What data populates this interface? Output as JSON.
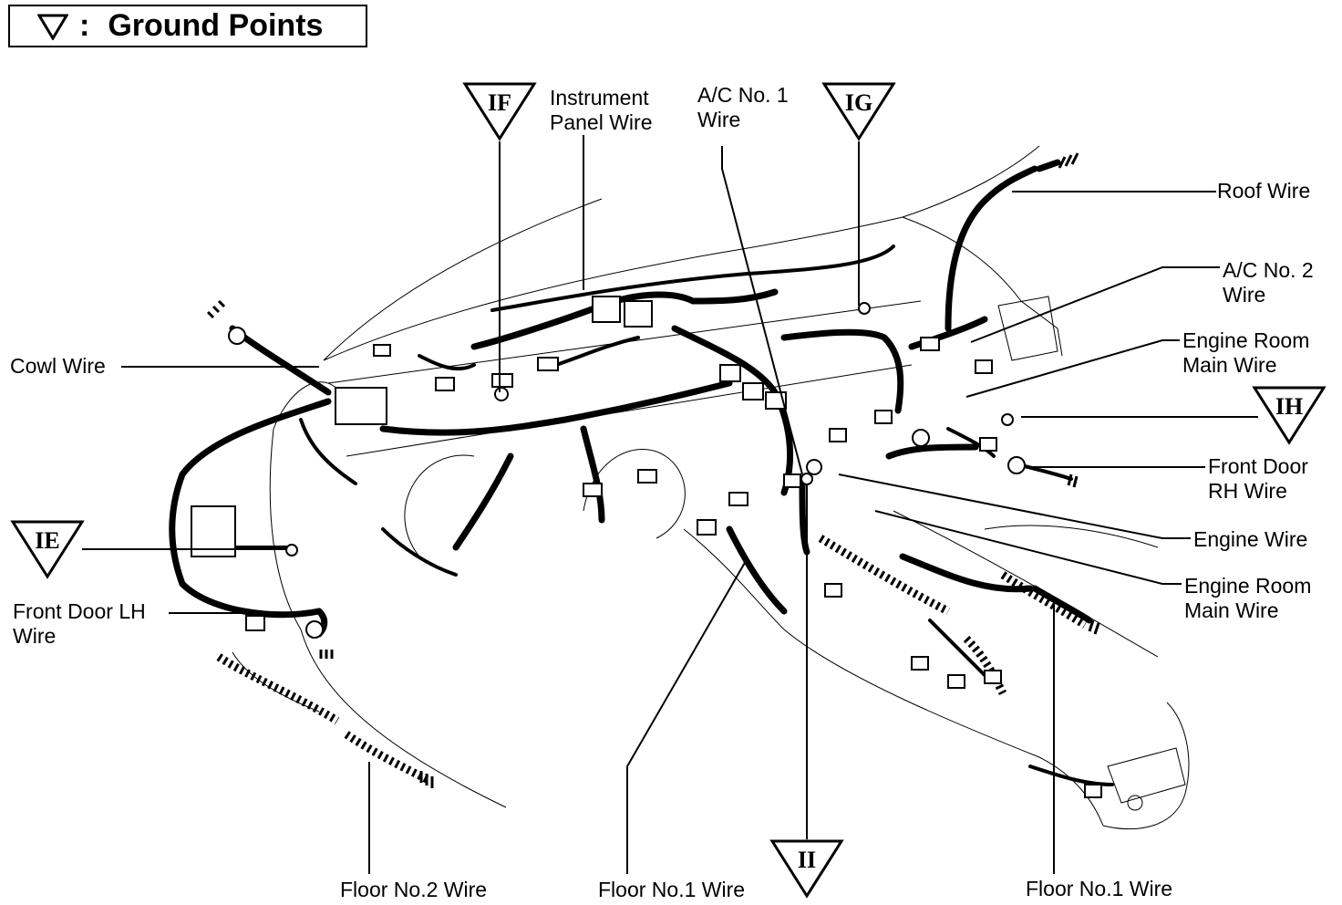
{
  "legend": {
    "separator": ":",
    "title": "Ground Points"
  },
  "ground_points": [
    {
      "id": "gp-if",
      "code": "IF"
    },
    {
      "id": "gp-ig",
      "code": "IG"
    },
    {
      "id": "gp-ih",
      "code": "IH"
    },
    {
      "id": "gp-ie",
      "code": "IE"
    },
    {
      "id": "gp-ii",
      "code": "II"
    }
  ],
  "wire_labels": {
    "instrument_panel": [
      "Instrument",
      "Panel Wire"
    ],
    "ac_no1": [
      "A/C No. 1",
      "Wire"
    ],
    "roof": "Roof Wire",
    "ac_no2": [
      "A/C No. 2",
      "Wire"
    ],
    "engine_room_main_upper": [
      "Engine Room",
      "Main Wire"
    ],
    "front_door_rh": [
      "Front Door",
      "RH Wire"
    ],
    "engine": "Engine Wire",
    "engine_room_main_lower": [
      "Engine Room",
      "Main Wire"
    ],
    "cowl": "Cowl Wire",
    "front_door_lh": [
      "Front Door LH",
      "Wire"
    ],
    "floor_no2": "Floor No.2 Wire",
    "floor_no1_left": "Floor No.1 Wire",
    "floor_no1_right": "Floor No.1 Wire"
  }
}
